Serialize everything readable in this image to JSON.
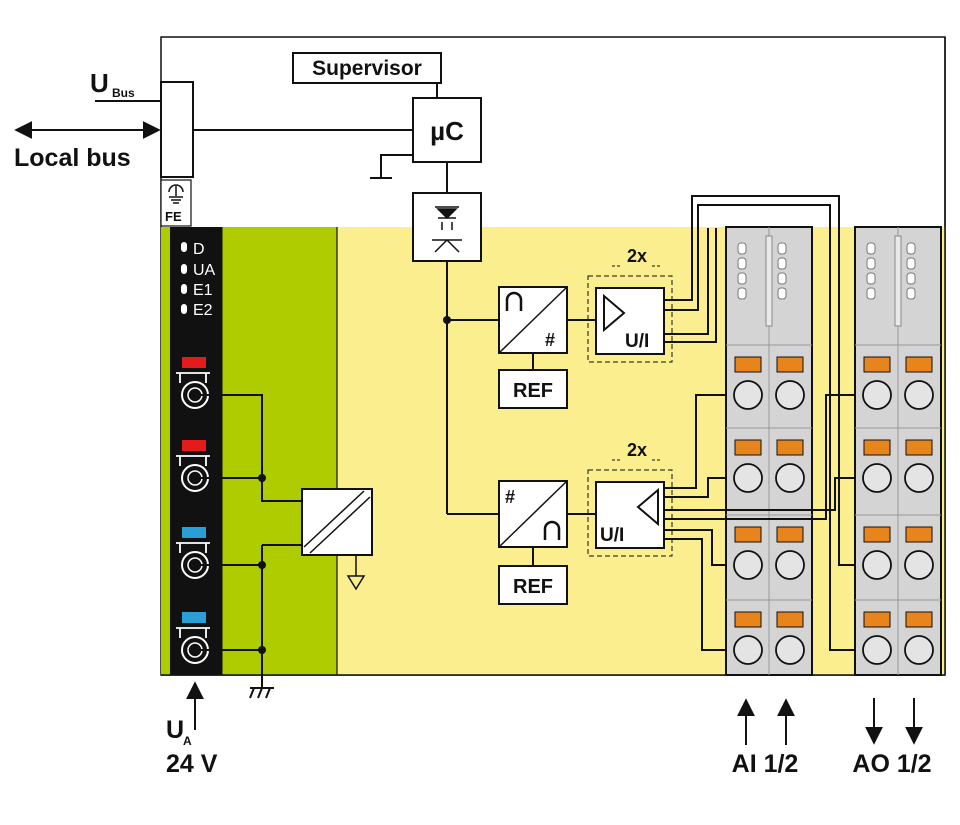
{
  "colors": {
    "yellow": "#fbee8f",
    "green": "#aecc00",
    "black": "#111111",
    "terminal_gray": "#d4d4d4",
    "release_orange": "#e8841c",
    "led_red": "#e31b1b",
    "led_blue": "#2a9fd6"
  },
  "labels": {
    "ubus_main": "U",
    "ubus_sub": "Bus",
    "local_bus": "Local bus",
    "supervisor": "Supervisor",
    "microcontroller": "µC",
    "fe": "FE",
    "led_d": "D",
    "led_ua": "UA",
    "led_e1": "E1",
    "led_e2": "E2",
    "ref_top": "REF",
    "ref_bottom": "REF",
    "adc_hash": "#",
    "dac_hash": "#",
    "ui_top": "U/I",
    "ui_bottom": "U/I",
    "mult_top": "2x",
    "mult_bottom": "2x",
    "ua_main": "U",
    "ua_sub": "A",
    "voltage": "24 V",
    "ai": "AI 1/2",
    "ao": "AO 1/2"
  },
  "icons": [
    "earth-ground-icon",
    "optocoupler-icon",
    "dc-dc-converter-icon",
    "ground-icon",
    "amplifier-icon",
    "arrow-up-icon",
    "arrow-down-icon"
  ]
}
